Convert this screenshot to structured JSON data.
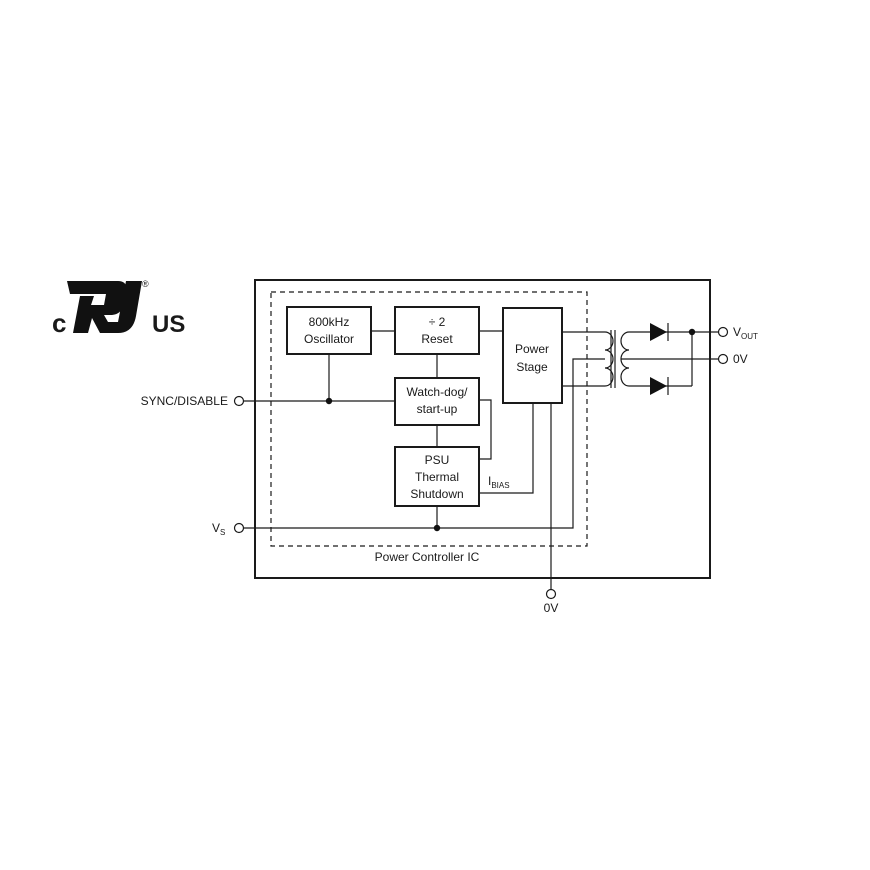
{
  "logo": {
    "left": "c",
    "right": "US",
    "mark": "®"
  },
  "blocks": {
    "oscillator": [
      "800kHz",
      "Oscillator"
    ],
    "reset": [
      "÷ 2",
      "Reset"
    ],
    "power_stage": [
      "Power",
      "Stage"
    ],
    "watchdog": [
      "Watch-dog/",
      "start-up"
    ],
    "psu": [
      "PSU",
      "Thermal",
      "Shutdown"
    ]
  },
  "labels": {
    "ic": "Power Controller IC",
    "sync": "SYNC/DISABLE",
    "vs_main": "V",
    "vs_sub": "S",
    "ibias_main": "I",
    "ibias_sub": "BIAS",
    "vout_main": "V",
    "vout_sub": "OUT",
    "out_0v": "0V",
    "gnd_0v": "0V"
  }
}
